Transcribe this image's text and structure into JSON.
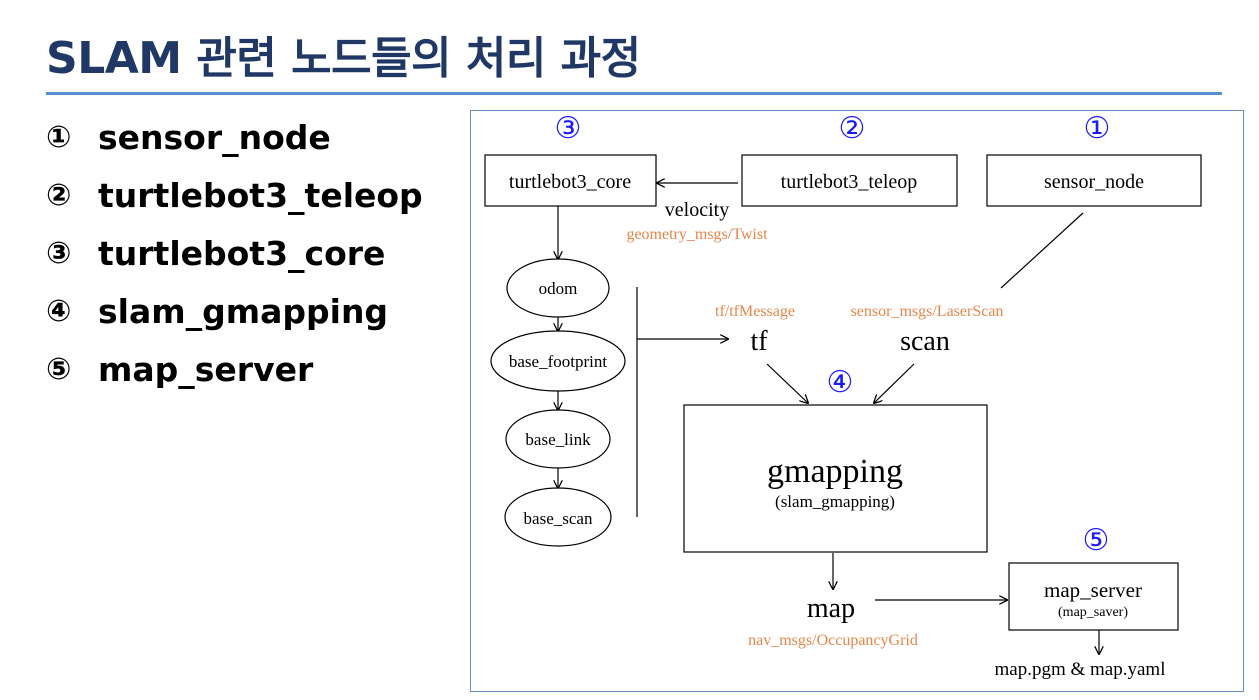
{
  "page": {
    "title": "SLAM 관련 노드들의 처리 과정"
  },
  "node_list": [
    {
      "num": "①",
      "label": "sensor_node"
    },
    {
      "num": "②",
      "label": "turtlebot3_teleop"
    },
    {
      "num": "③",
      "label": "turtlebot3_core"
    },
    {
      "num": "④",
      "label": "slam_gmapping"
    },
    {
      "num": "⑤",
      "label": "map_server"
    }
  ],
  "diagram": {
    "markers": {
      "core": "③",
      "teleop": "②",
      "sensor": "①",
      "gmapping": "④",
      "map_server": "⑤"
    },
    "boxes": {
      "core": "turtlebot3_core",
      "teleop": "turtlebot3_teleop",
      "sensor": "sensor_node",
      "gmapping_main": "gmapping",
      "gmapping_sub": "(slam_gmapping)",
      "map_server_main": "map_server",
      "map_server_sub": "(map_saver)"
    },
    "tf_frames": [
      "odom",
      "base_footprint",
      "base_link",
      "base_scan"
    ],
    "labels": {
      "velocity": "velocity",
      "velocity_type": "geometry_msgs/Twist",
      "tf": "tf",
      "tf_type": "tf/tfMessage",
      "scan": "scan",
      "scan_type": "sensor_msgs/LaserScan",
      "map": "map",
      "map_type": "nav_msgs/OccupancyGrid",
      "output": "map.pgm & map.yaml"
    },
    "colors": {
      "marker": "#1a1aff",
      "msg_type": "#e8864a",
      "line": "#000000",
      "title": "#1f3866",
      "rule": "#5b8fd0"
    }
  }
}
